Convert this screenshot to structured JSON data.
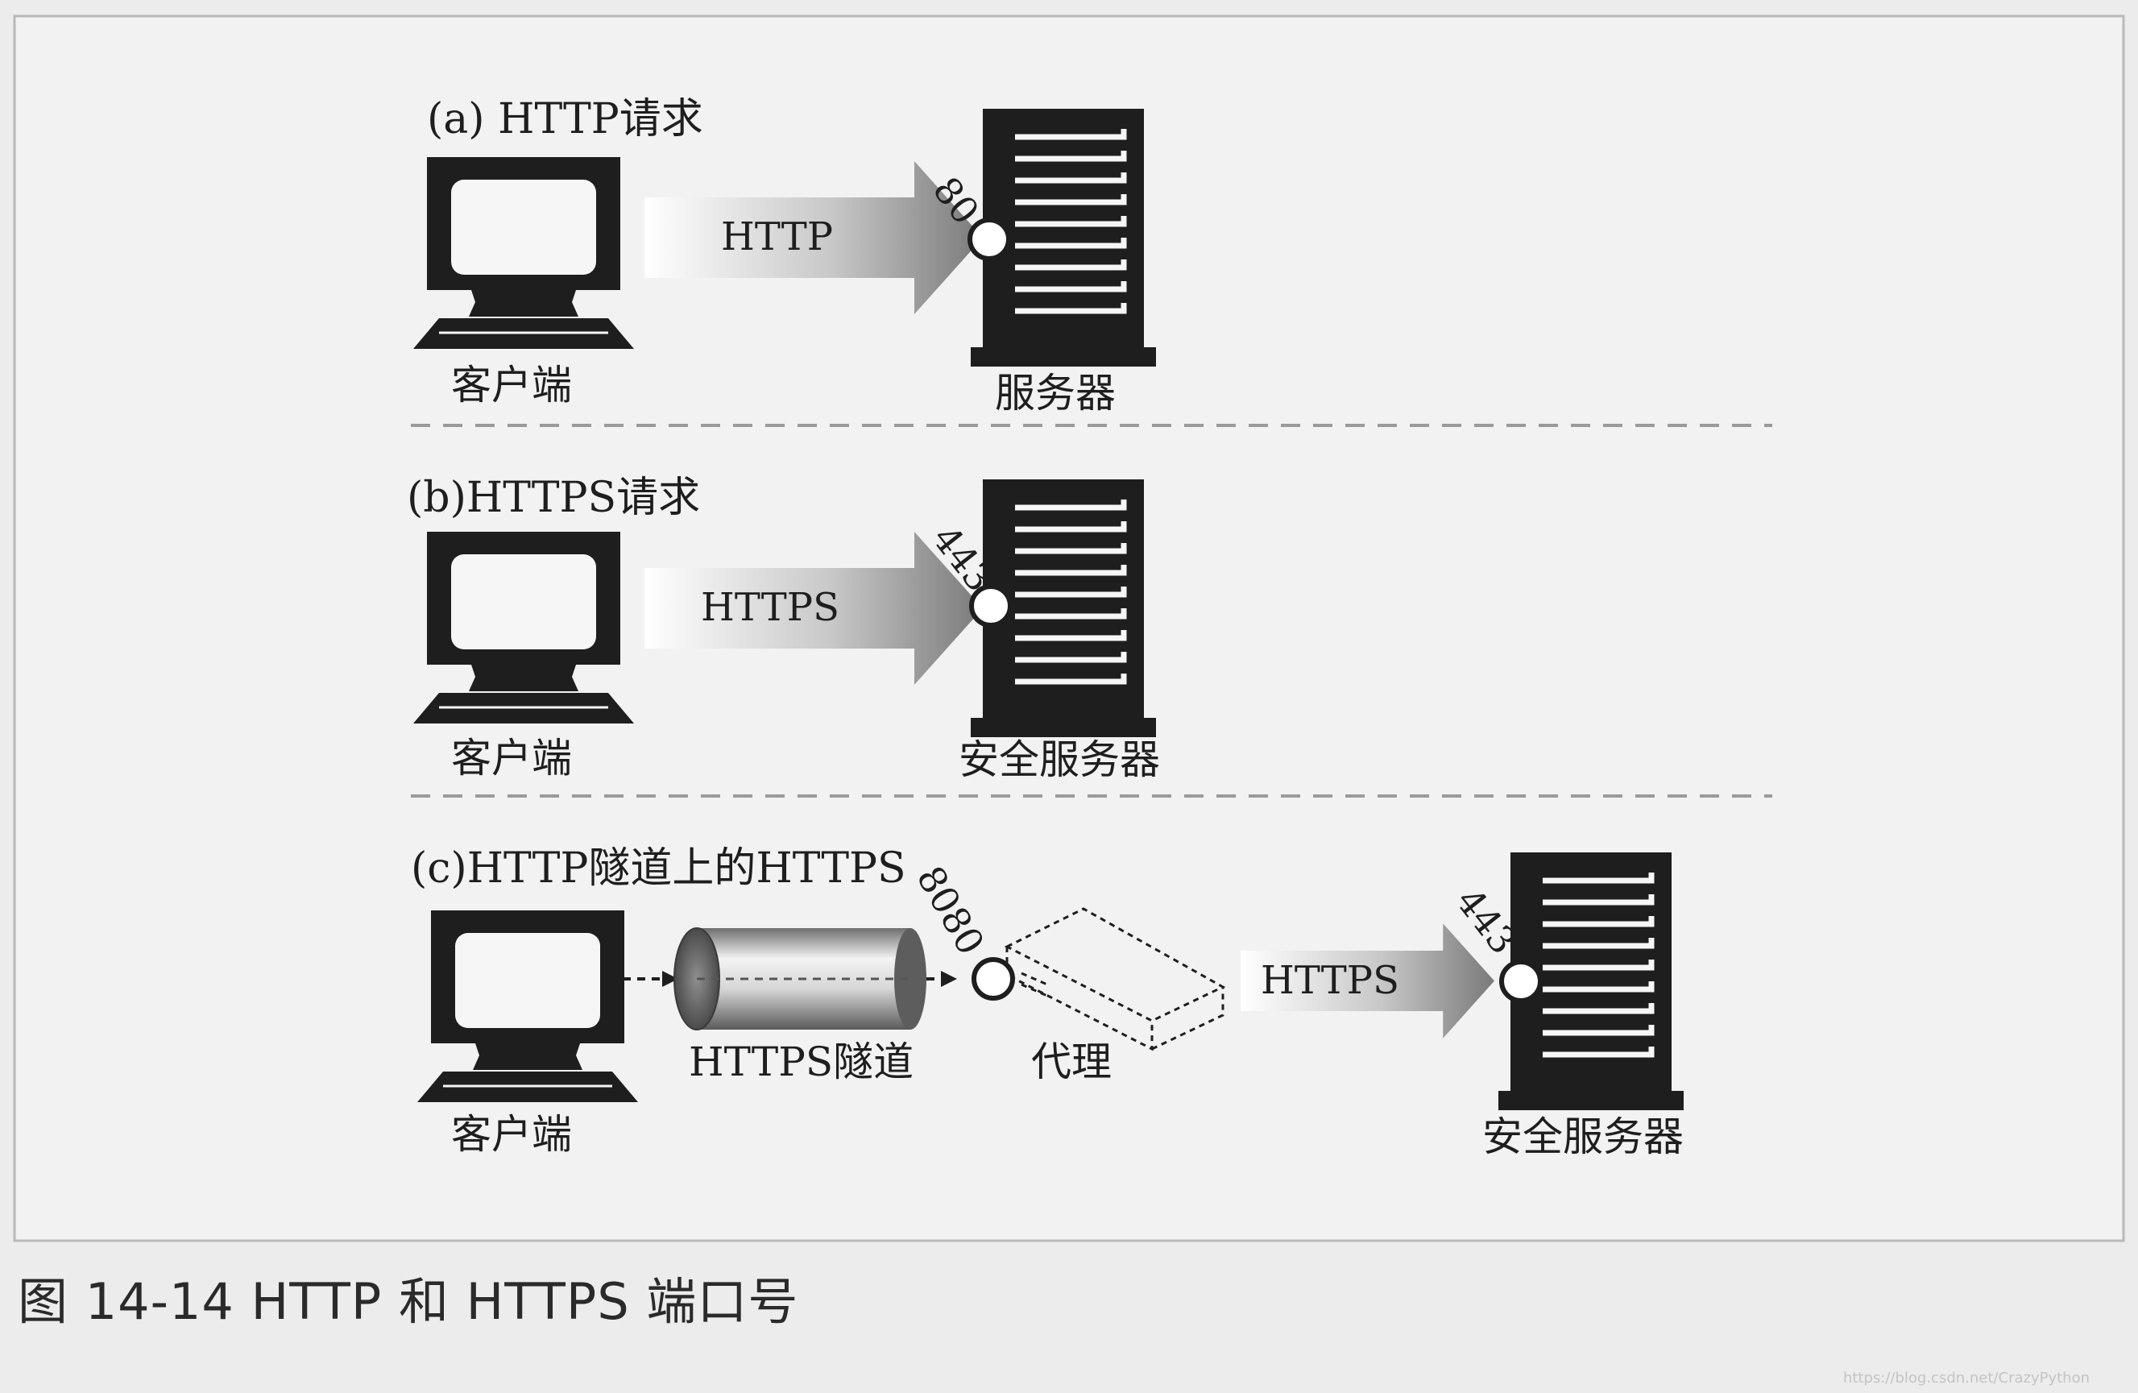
{
  "panels": [
    {
      "title": "(a)  HTTP请求",
      "client_label": "客户端",
      "arrow_label": "HTTP",
      "port": "80",
      "server_label": "服务器"
    },
    {
      "title": "(b)HTTPS请求",
      "client_label": "客户端",
      "arrow_label": "HTTPS",
      "port": "443",
      "server_label": "安全服务器"
    },
    {
      "title": "(c)HTTP隧道上的HTTPS",
      "client_label": "客户端",
      "tunnel_label": "HTTPS隧道",
      "proxy_port": "8080",
      "proxy_label": "代理",
      "arrow_label": "HTTPS",
      "port": "443",
      "server_label": "安全服务器"
    }
  ],
  "caption": "图 14-14    HTTP 和 HTTPS 端口号",
  "watermark": "https://blog.csdn.net/CrazyPython",
  "colors": {
    "frame_bg": "#f2f2f2",
    "ink": "#1e1e1e",
    "arrow": "#8a8a8a"
  }
}
